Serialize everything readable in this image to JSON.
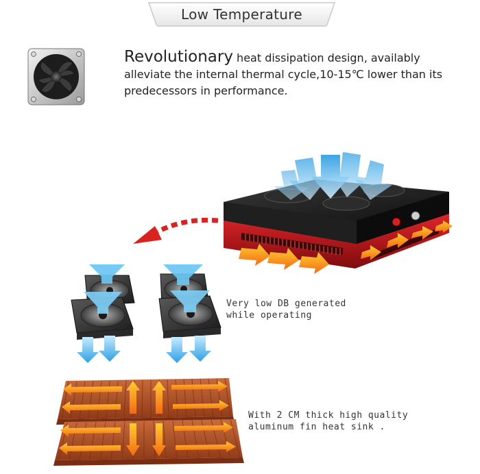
{
  "header": {
    "title": "Low Temperature"
  },
  "intro": {
    "lead": "Revolutionary",
    "text": " heat dissipation design, availably alleviate the internal thermal cycle,10-15℃ lower than its predecessors in performance."
  },
  "fans_caption": {
    "line1": "Very low DB generated",
    "line2": "while  operating"
  },
  "heatsink_caption": {
    "line1": "With 2 CM thick high quality",
    "line2": "aluminum fin heat sink ."
  },
  "icons": [
    "fan-icon",
    "cooling-airflow-arrows",
    "heat-airflow-arrows",
    "curved-dashed-arrow-icon"
  ],
  "colors": {
    "cool_blue": "#4fb3ea",
    "heat_orange": "#f58a1f",
    "housing_red": "#c0171c",
    "housing_black": "#1c1c1c",
    "fin_copper": "#b4532a"
  }
}
